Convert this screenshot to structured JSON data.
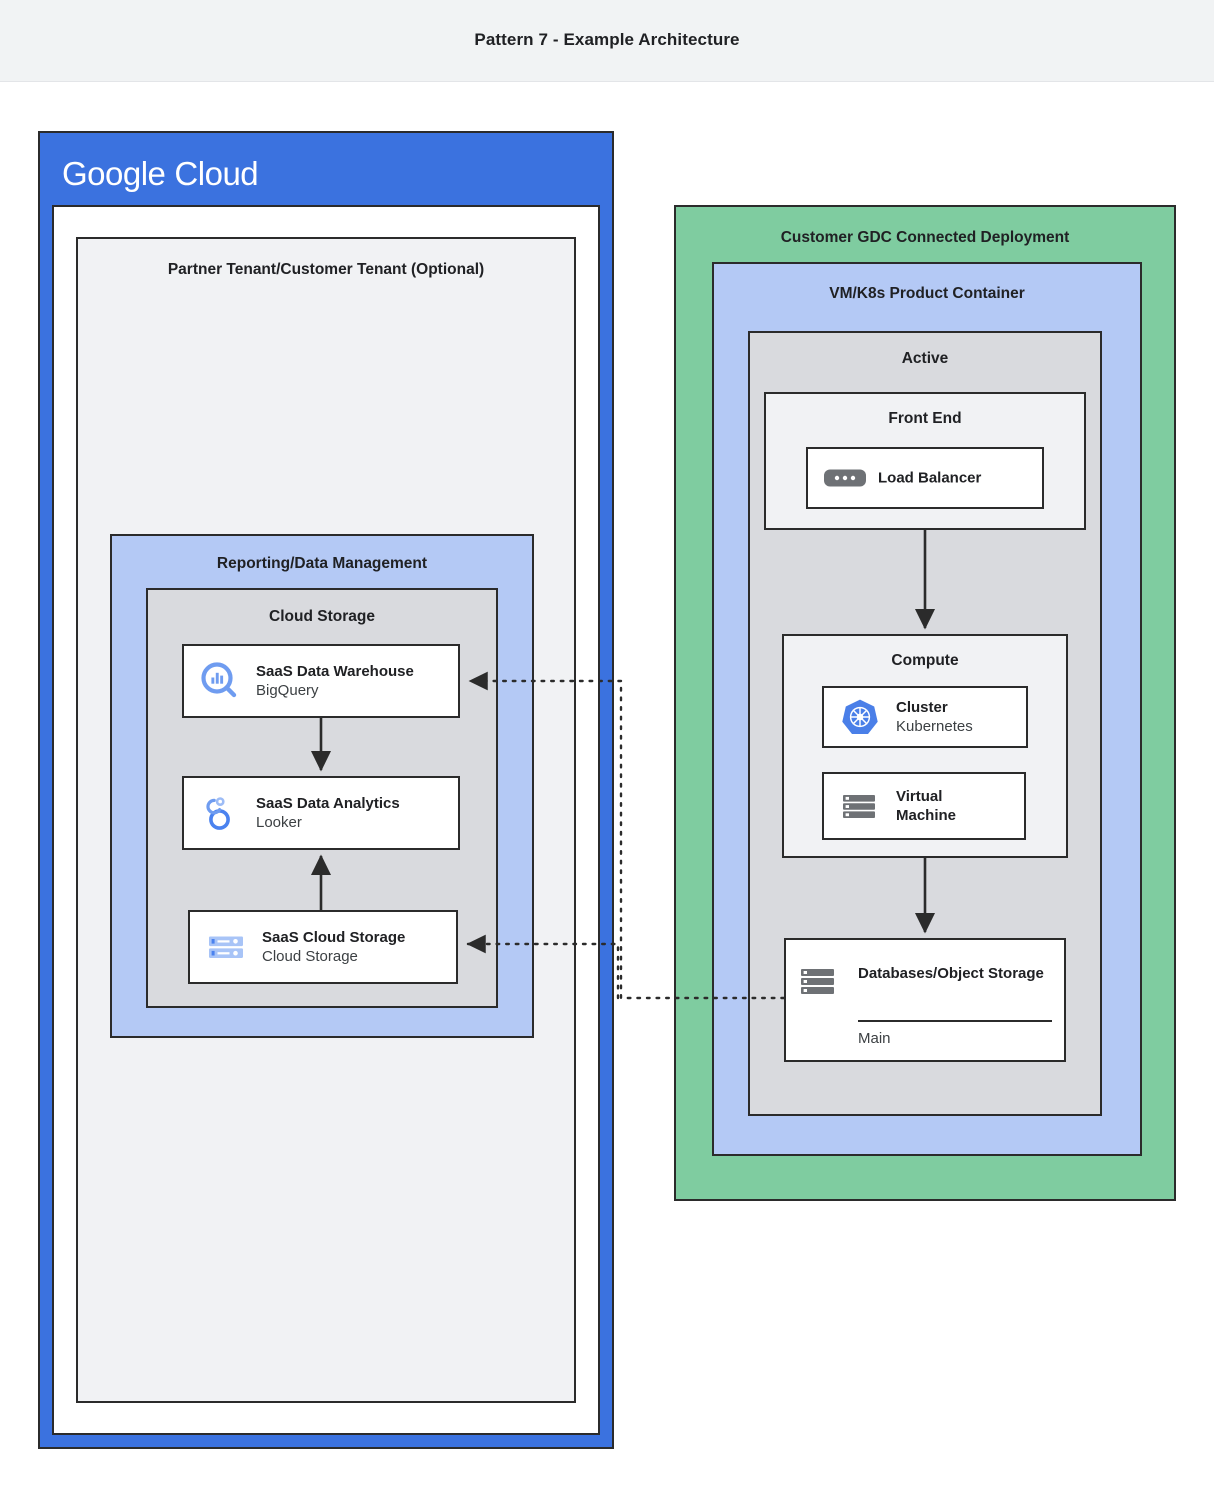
{
  "title": "Pattern 7 - Example Architecture",
  "colors": {
    "google_blue": "#3b72df",
    "light_blue": "#b4c9f5",
    "green": "#7fcca0",
    "gray": "#d9dade",
    "panel_gray": "#f1f2f4",
    "border": "#2b2b2b",
    "icon_blue": "#5b8def",
    "icon_gray": "#6e7175"
  },
  "google_cloud": {
    "logo_primary": "Google",
    "logo_secondary": "Cloud",
    "tenant_title": "Partner Tenant/Customer Tenant (Optional)",
    "reporting_title": "Reporting/Data Management",
    "cloud_storage_title": "Cloud Storage",
    "services": [
      {
        "id": "bigquery",
        "icon": "bigquery-icon",
        "line1": "SaaS Data Warehouse",
        "line2": "BigQuery"
      },
      {
        "id": "looker",
        "icon": "looker-icon",
        "line1": "SaaS Data Analytics",
        "line2": "Looker"
      },
      {
        "id": "cloud-storage",
        "icon": "cloud-storage-icon",
        "line1": "SaaS Cloud Storage",
        "line2": "Cloud Storage"
      }
    ]
  },
  "gdc": {
    "title": "Customer GDC Connected Deployment",
    "container_title": "VM/K8s Product Container",
    "active_title": "Active",
    "frontend_title": "Front End",
    "load_balancer": {
      "icon": "load-balancer-icon",
      "label": "Load Balancer"
    },
    "compute_title": "Compute",
    "compute_items": [
      {
        "id": "cluster",
        "icon": "kubernetes-icon",
        "line1": "Cluster",
        "line2": "Kubernetes"
      },
      {
        "id": "virtual-machine",
        "icon": "virtual-machine-icon",
        "line1": "Virtual",
        "line2": "Machine"
      }
    ],
    "database": {
      "icon": "database-storage-icon",
      "label": "Databases/Object Storage",
      "sub_label": "Main"
    }
  }
}
